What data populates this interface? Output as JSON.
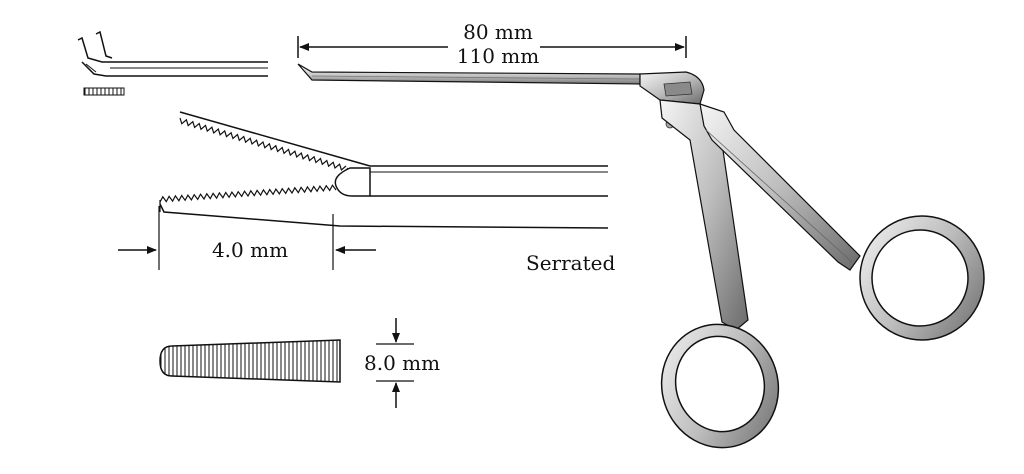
{
  "dimensions": {
    "length_top": "80 mm",
    "length_bottom": "110 mm",
    "jaw_opening": "4.0 mm",
    "jaw_width": "8.0 mm"
  },
  "jaw_type": "Serrated",
  "colors": {
    "line": "#111111",
    "steel_light": "#e8e8e8",
    "steel_mid": "#b0b0b0",
    "steel_dark": "#555555",
    "background": "#ffffff"
  }
}
